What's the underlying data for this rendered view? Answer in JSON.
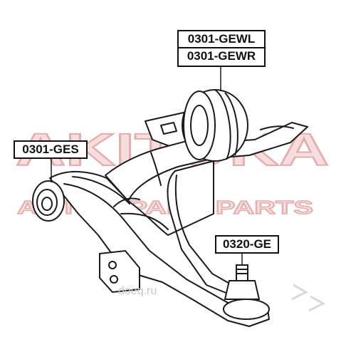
{
  "labels": {
    "upper_left": "0301-GEWL",
    "upper_right": "0301-GEWR",
    "front_bushing": "0301-GES",
    "ball_joint": "0320-GE"
  },
  "watermark": {
    "brand": "AKITOKA",
    "tagline": "AUTO SPARE PARTS",
    "domain": "doeq.ru"
  },
  "colors": {
    "line": "#1a1a1a",
    "watermark_red": "#e8a7a7",
    "watermark_outline": "#d06b6b",
    "label_border": "#111111"
  }
}
